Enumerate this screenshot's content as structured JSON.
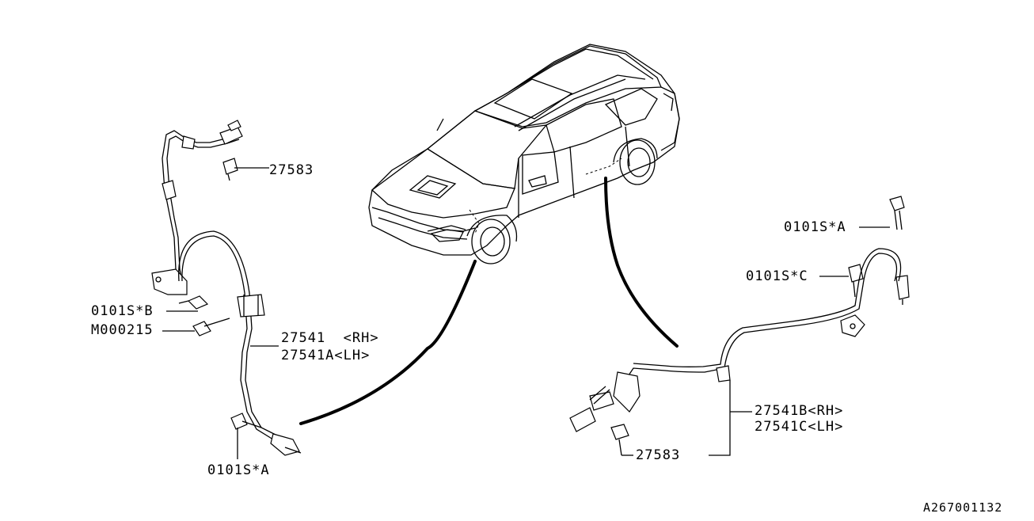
{
  "labels": {
    "sensor_clip_front": "27583",
    "bolt_b": "0101S*B",
    "bolt_m": "M000215",
    "sensor_front_rh": "27541  <RH>",
    "sensor_front_lh": "27541A<LH>",
    "bolt_a_front": "0101S*A",
    "bolt_a_rear": "0101S*A",
    "bolt_c_rear": "0101S*C",
    "sensor_rear_rh": "27541B<RH>",
    "sensor_rear_lh": "27541C<LH>",
    "sensor_clip_rear": "27583",
    "diagram_id": "A267001132"
  },
  "icons": {
    "vehicle": "station-wagon-illustration",
    "front_sensor": "abs-sensor-front-illustration",
    "rear_sensor": "abs-sensor-rear-illustration"
  }
}
